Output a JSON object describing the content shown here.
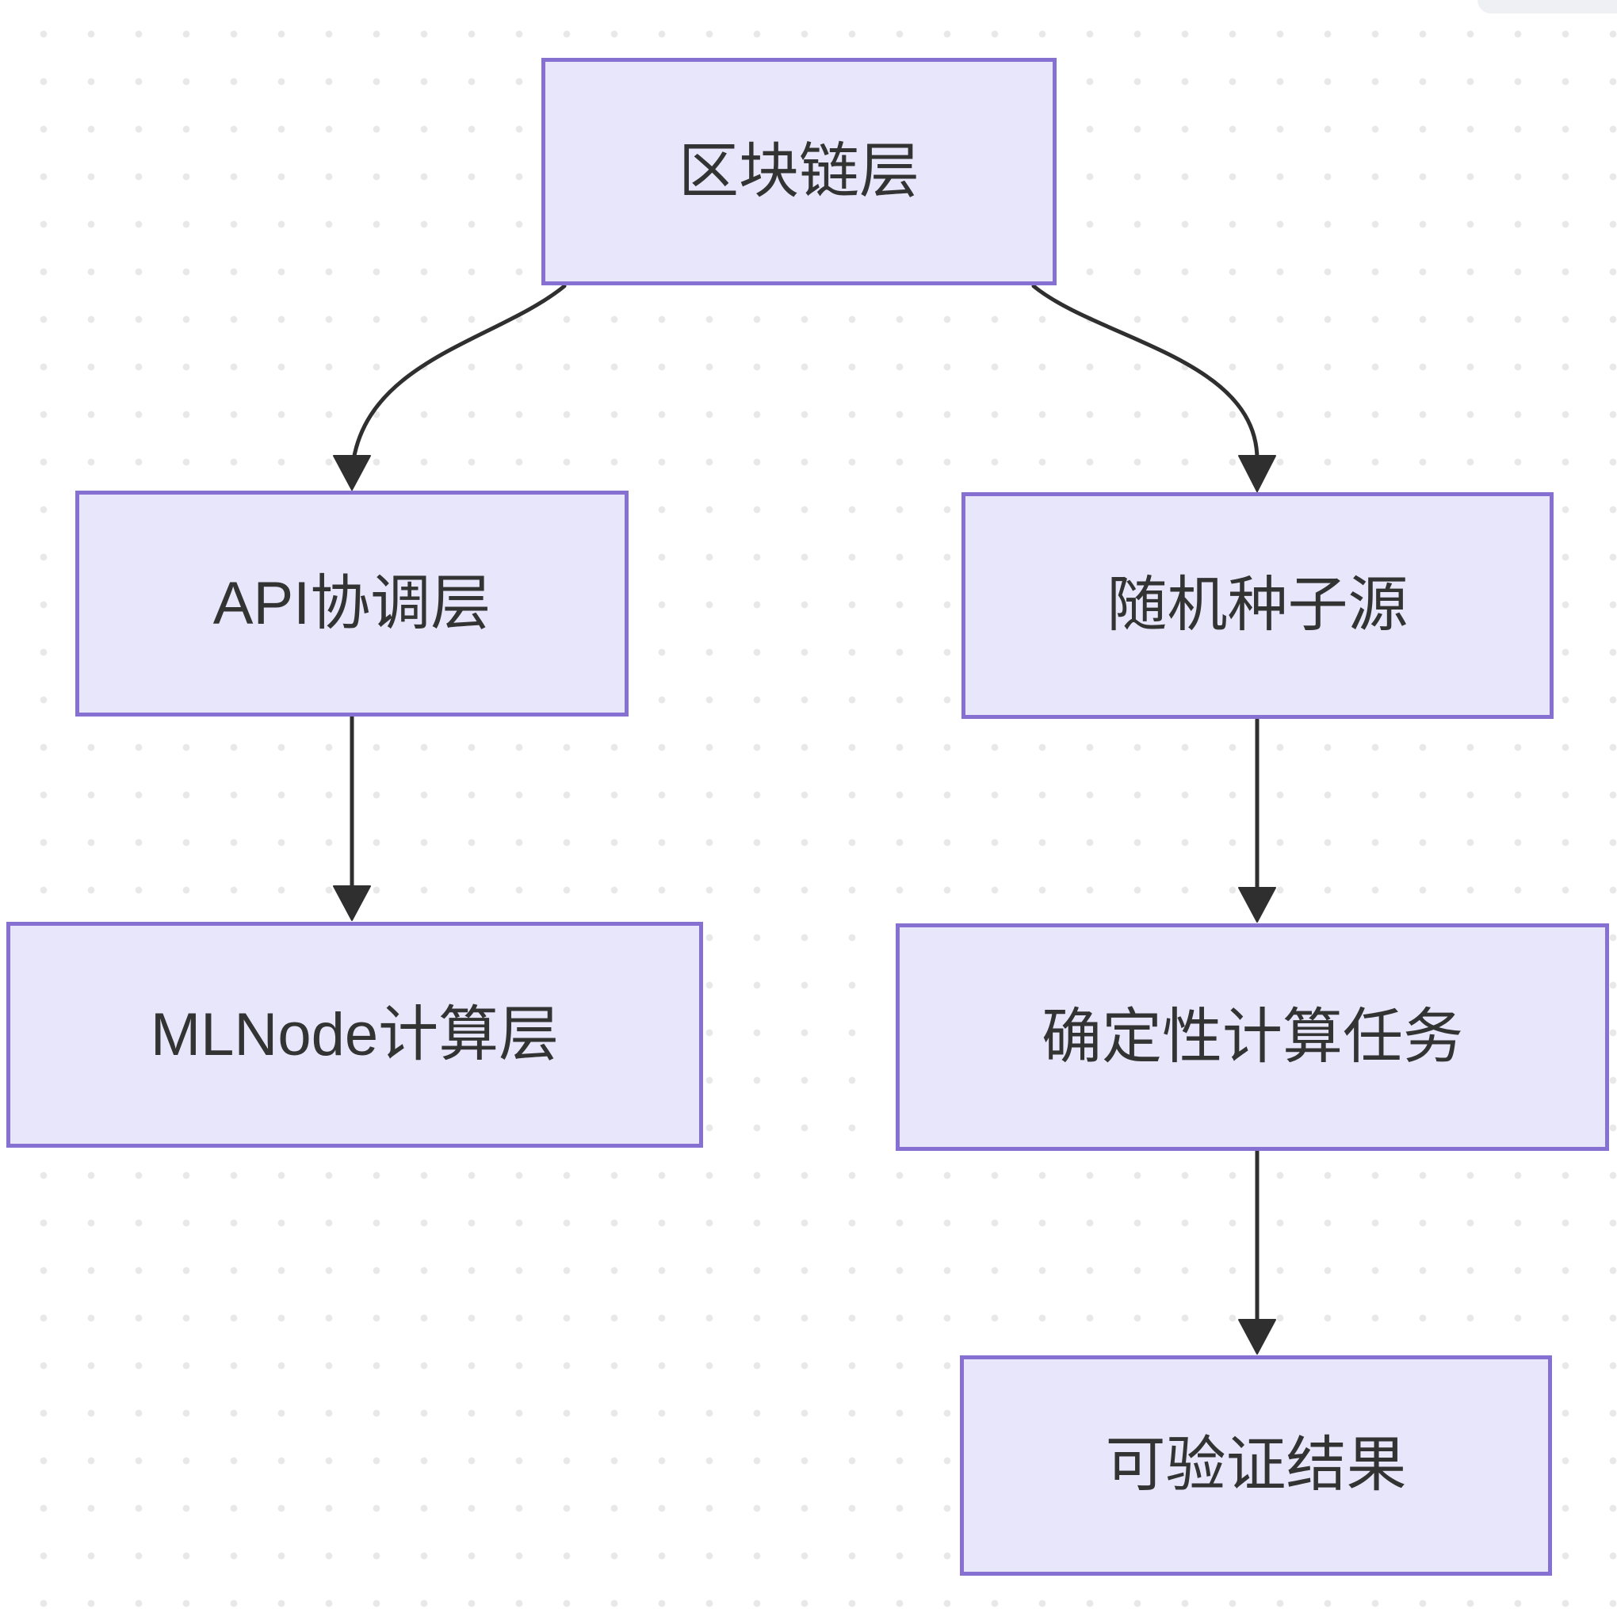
{
  "theme": {
    "background": "#ffffff",
    "grid_dot": "#e8e8e8",
    "node_fill": "#e8e6fa",
    "node_border": "#8670d2",
    "edge_color": "#2f2f2f",
    "text_color": "#333333",
    "corner_tab": "#eef0f3"
  },
  "diagram": {
    "type": "flowchart",
    "direction": "top-down",
    "nodes": [
      {
        "id": "blockchain",
        "label": "区块链层"
      },
      {
        "id": "api",
        "label": "API协调层"
      },
      {
        "id": "mlnode",
        "label": "MLNode计算层"
      },
      {
        "id": "seed",
        "label": "随机种子源"
      },
      {
        "id": "task",
        "label": "确定性计算任务"
      },
      {
        "id": "result",
        "label": "可验证结果"
      }
    ],
    "edges": [
      {
        "from": "区块链层",
        "to": "API协调层"
      },
      {
        "from": "区块链层",
        "to": "随机种子源"
      },
      {
        "from": "API协调层",
        "to": "MLNode计算层"
      },
      {
        "from": "随机种子源",
        "to": "确定性计算任务"
      },
      {
        "from": "确定性计算任务",
        "to": "可验证结果"
      }
    ]
  }
}
